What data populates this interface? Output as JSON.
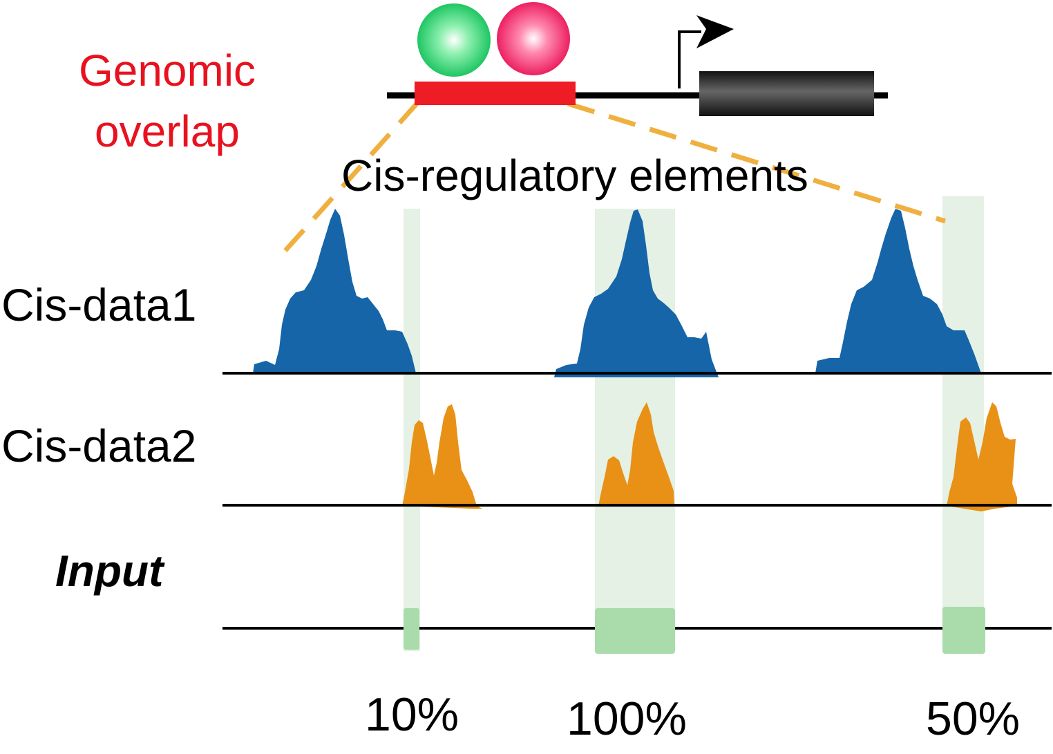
{
  "title": {
    "line1": "Genomic",
    "line2": "overlap"
  },
  "subtitle": "Cis-regulatory elements",
  "tracks": [
    {
      "label": "Cis-data1",
      "color": "#1565a8"
    },
    {
      "label": "Cis-data2",
      "color": "#e89116"
    },
    {
      "label": "Input",
      "color": "#a9dcaa"
    }
  ],
  "overlaps": [
    {
      "label": "10%",
      "value": 10
    },
    {
      "label": "100%",
      "value": 100
    },
    {
      "label": "50%",
      "value": 50
    }
  ],
  "colors": {
    "title": "#e8121f",
    "highlight": "#e4f1e4",
    "input_box": "#a9dcaa",
    "cre_bar": "#ee1c25",
    "gene_body": "#1a1a1a",
    "dashed_guide": "#f0b040",
    "protein_1": "#1dc964",
    "protein_2": "#f01a62"
  }
}
